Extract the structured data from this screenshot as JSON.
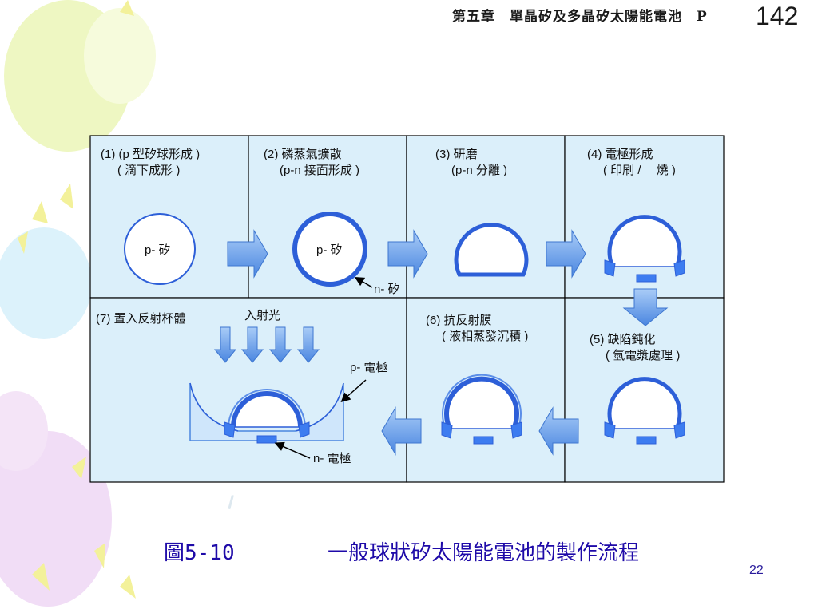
{
  "header": {
    "chapter_title": "第五章　單晶矽及多晶矽太陽能電池　P",
    "page_number": "142"
  },
  "steps": [
    {
      "line1": "(1) (p 型矽球形成 )",
      "line2": "( 滴下成形 )"
    },
    {
      "line1": "(2) 磷蒸氣擴散",
      "line2": "(p-n 接面形成 )"
    },
    {
      "line1": "(3) 研磨",
      "line2": "(p-n 分離 )"
    },
    {
      "line1": "(4) 電極形成",
      "line2": "( 印刷 /　 燒 )"
    },
    {
      "line1": "(5) 缺陷鈍化",
      "line2": "( 氫電漿處理 )"
    },
    {
      "line1": "(6) 抗反射膜",
      "line2": "( 液相蒸發沉積 )"
    },
    {
      "line1": "(7) 置入反射杯體",
      "line2": ""
    }
  ],
  "labels": {
    "p_si": "p- 矽",
    "n_si": "n- 矽",
    "incident_light": "入射光",
    "p_electrode": "p- 電極",
    "n_electrode": "n- 電極"
  },
  "caption": {
    "figure_number": "圖5-10",
    "title": "一般球狀矽太陽能電池的製作流程"
  },
  "slide_number": "22",
  "colors": {
    "panel_fill": "#dbeffa",
    "sphere_blue": "#2d5fd8",
    "arrow_blue": "#6ea7ee",
    "caption_blue": "#1e0aa8"
  }
}
